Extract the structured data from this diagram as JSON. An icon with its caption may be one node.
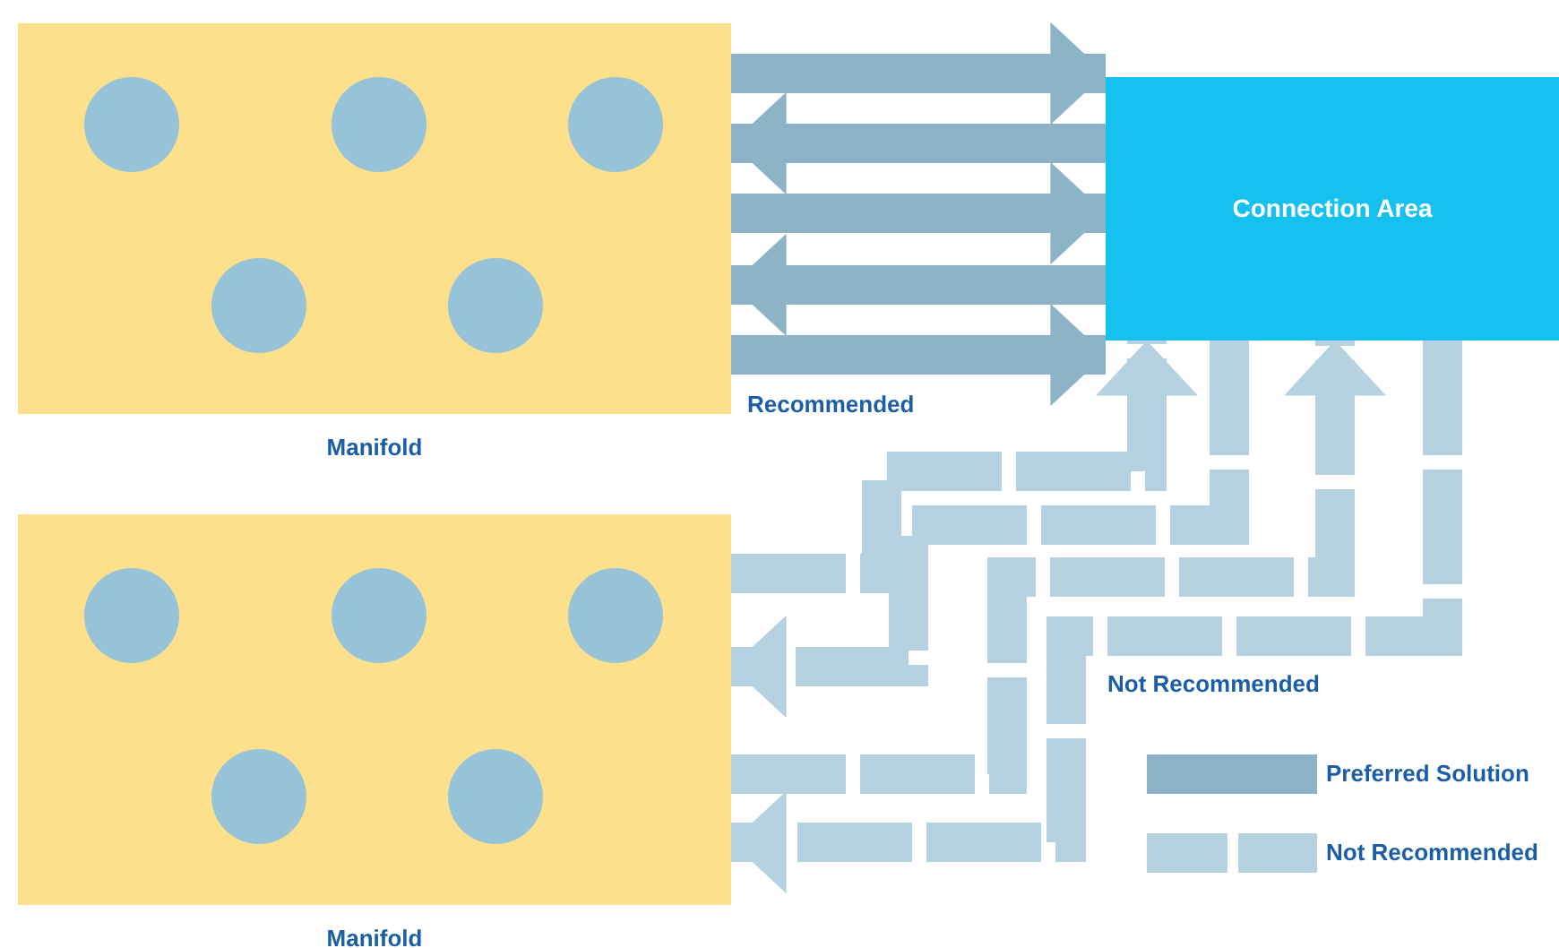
{
  "diagram": {
    "nodes": [
      {
        "text": [
          "Manifold"
        ]
      },
      {
        "text": [
          "Manifold"
        ]
      },
      {
        "text": [
          "Connection Area"
        ]
      }
    ],
    "edges": [
      {
        "from": 0,
        "to": 2,
        "arrow": "to"
      },
      {
        "from": 2,
        "to": 0,
        "arrow": "to"
      },
      {
        "from": 0,
        "to": 2,
        "arrow": "to"
      },
      {
        "from": 2,
        "to": 0,
        "arrow": "to"
      },
      {
        "from": 0,
        "to": 2,
        "arrow": "to"
      },
      {
        "from": 1,
        "to": 2,
        "arrow": "to",
        "style": "dashed"
      },
      {
        "from": 2,
        "to": 1,
        "arrow": "to",
        "style": "dashed"
      },
      {
        "from": 1,
        "to": 2,
        "arrow": "to",
        "style": "dashed"
      },
      {
        "from": 2,
        "to": 1,
        "arrow": "to",
        "style": "dashed"
      }
    ],
    "labels": [
      "Recommended",
      "Not Recommended"
    ],
    "legend": [
      {
        "text": "Preferred Solution"
      },
      {
        "text": "Not Recommended"
      }
    ]
  }
}
